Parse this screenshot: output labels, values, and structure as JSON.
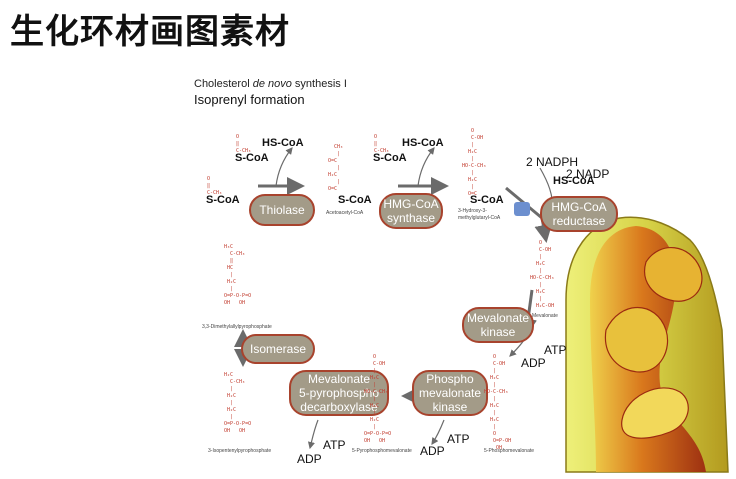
{
  "slide": {
    "title": "生化环材画图素材"
  },
  "figure": {
    "title_prefix": "Cholesterol ",
    "title_italic": "de novo",
    "title_suffix": " synthesis I",
    "subtitle": "Isoprenyl formation"
  },
  "enzymes": {
    "thiolase": "Thiolase",
    "hmg_coa_synthase_1": "HMG-CoA",
    "hmg_coa_synthase_2": "synthase",
    "hmg_coa_reductase_1": "HMG-CoA",
    "hmg_coa_reductase_2": "reductase",
    "mevalonate_kinase_1": "Mevalonate",
    "mevalonate_kinase_2": "kinase",
    "phosphomevalonate_kinase_1": "Phospho",
    "phosphomevalonate_kinase_2": "mevalonate",
    "phosphomevalonate_kinase_3": "kinase",
    "decarboxylase_1": "Mevalonate",
    "decarboxylase_2": "5-pyrophospho",
    "decarboxylase_3": "decarboxylase",
    "isomerase": "Isomerase"
  },
  "cofactors": {
    "hs_coa_1": "HS-CoA",
    "hs_coa_2": "HS-CoA",
    "hs_coa_3": "HS-CoA",
    "nadph": "2 NADPH",
    "nadp": "2 NADP",
    "atp_1": "ATP",
    "adp_1": "ADP",
    "atp_2": "ATP",
    "adp_2": "ADP",
    "atp_3": "ATP",
    "adp_3": "ADP"
  },
  "compounds": {
    "s_coa_1": "S-CoA",
    "s_coa_2": "S-CoA",
    "s_coa_3": "S-CoA",
    "s_coa_4": "S-CoA",
    "s_coa_5": "S-CoA",
    "acetoacetyl_coa": "Acetoacetyl-CoA",
    "hmg_coa_1": "3-Hydroxy-3-",
    "hmg_coa_2": "methylglutaryl-CoA",
    "mevalonate": "Mevalonate",
    "phosphomevalonate": "5-Phosphomevalonate",
    "pyrophosphomevalonate": "5-Pyrophosphomevalonate",
    "ipp": "3-Isopentenylpyrophosphate",
    "dmapp": "3,3-Dimethylallylpyrophosphate"
  },
  "colors": {
    "enzyme_fill": "#a39b88",
    "enzyme_border": "#a8432d",
    "structure_red": "#c0392b",
    "arrow_grey": "#6b6b6b"
  }
}
